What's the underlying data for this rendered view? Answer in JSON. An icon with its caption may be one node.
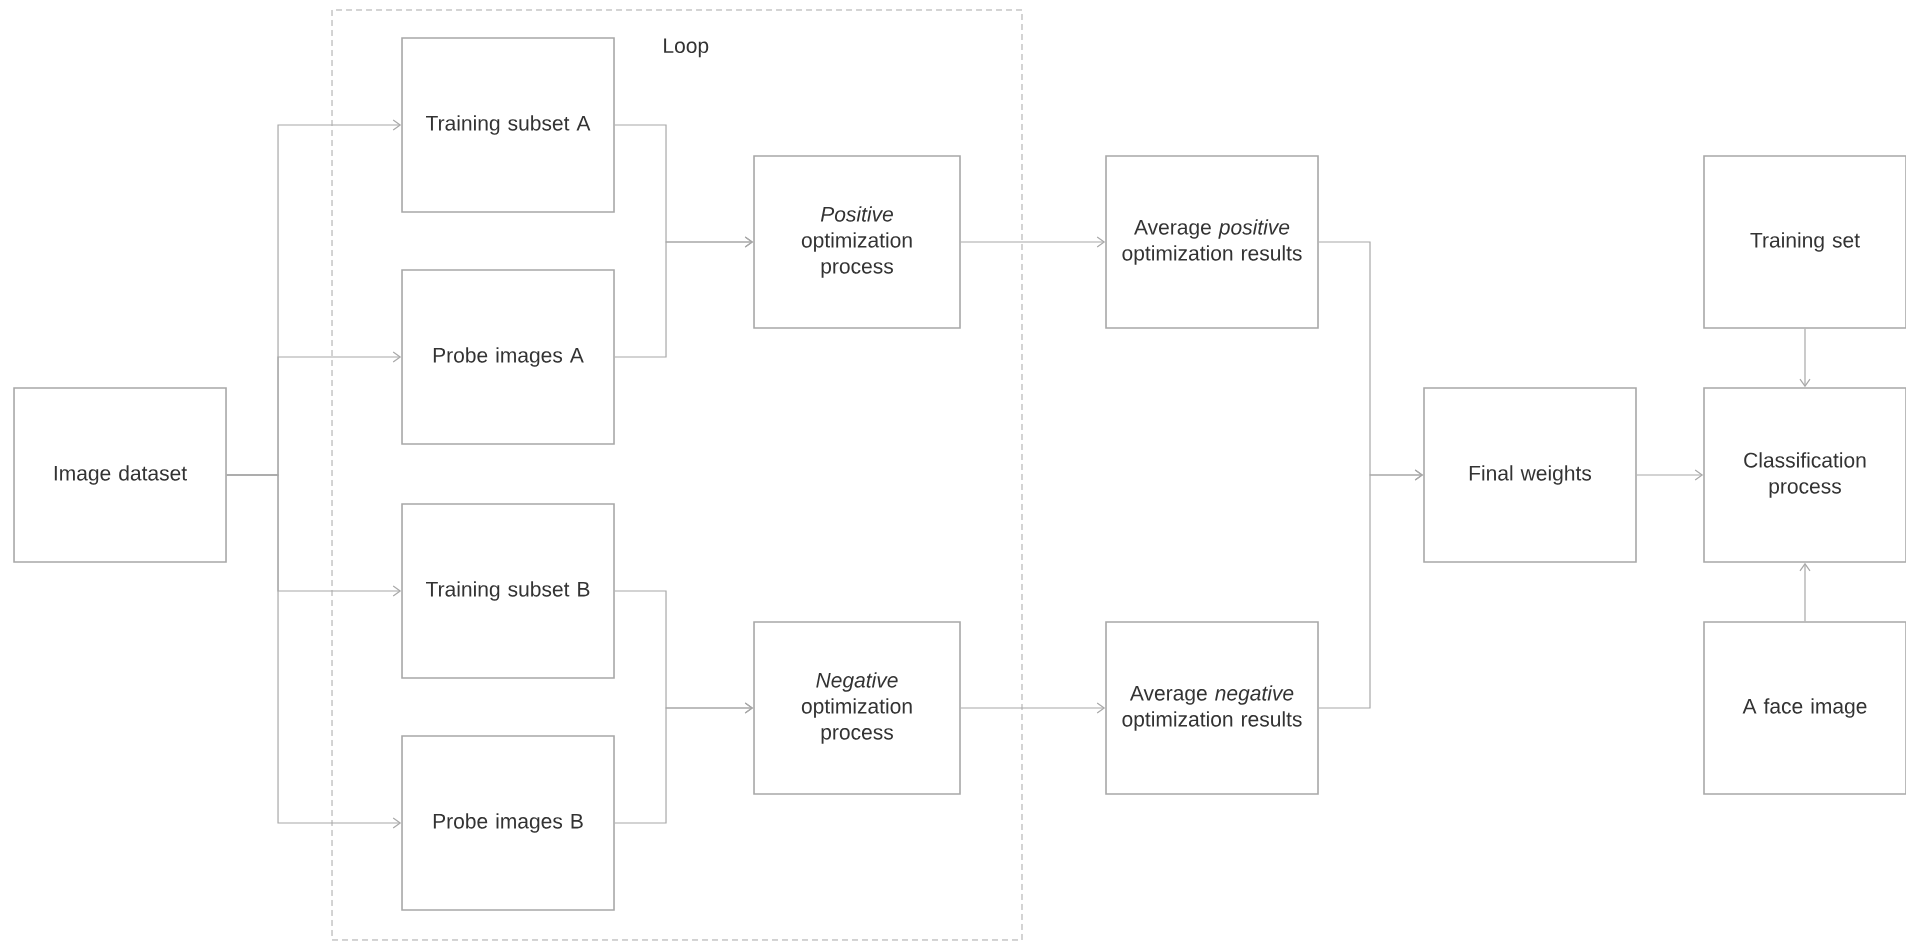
{
  "diagram": {
    "nodes": [
      {
        "text": [
          "Image dataset"
        ]
      },
      {
        "text": [
          "Loop"
        ]
      },
      {
        "text": [
          "Training subset A"
        ],
        "in": 1
      },
      {
        "text": [
          "Probe images A"
        ],
        "in": 1
      },
      {
        "text": [
          "*Positive* optimization process"
        ],
        "in": 1
      },
      {
        "text": [
          "Training subset B"
        ],
        "in": 1
      },
      {
        "text": [
          "Probe images B"
        ],
        "in": 1
      },
      {
        "text": [
          "*Negative* optimization process"
        ],
        "in": 1
      },
      {
        "text": [
          "Average *positive* optimization results"
        ]
      },
      {
        "text": [
          "Average *negative* optimization results"
        ]
      },
      {
        "text": [
          "Final weights"
        ]
      },
      {
        "text": [
          "Training set"
        ]
      },
      {
        "text": [
          "Classification process"
        ]
      },
      {
        "text": [
          "A face image"
        ]
      }
    ],
    "edges": [
      {
        "from": 0,
        "to": 2,
        "arrow": "to"
      },
      {
        "from": 0,
        "to": 3,
        "arrow": "to"
      },
      {
        "from": 0,
        "to": 5,
        "arrow": "to"
      },
      {
        "from": 0,
        "to": 6,
        "arrow": "to"
      },
      {
        "from": 2,
        "to": 4,
        "arrow": "to"
      },
      {
        "from": 3,
        "to": 4,
        "arrow": "to"
      },
      {
        "from": 5,
        "to": 7,
        "arrow": "to"
      },
      {
        "from": 6,
        "to": 7,
        "arrow": "to"
      },
      {
        "from": 4,
        "to": 8,
        "arrow": "to"
      },
      {
        "from": 7,
        "to": 9,
        "arrow": "to"
      },
      {
        "from": 8,
        "to": 10,
        "arrow": "to"
      },
      {
        "from": 9,
        "to": 10,
        "arrow": "to"
      },
      {
        "from": 10,
        "to": 12,
        "arrow": "to"
      },
      {
        "from": 11,
        "to": 12,
        "arrow": "to"
      },
      {
        "from": 13,
        "to": 12,
        "arrow": "to"
      }
    ]
  }
}
